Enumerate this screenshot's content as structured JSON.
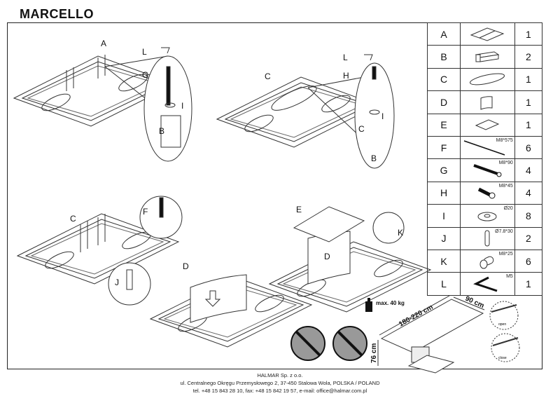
{
  "title": "MARCELLO",
  "parts": [
    {
      "letter": "A",
      "spec": "",
      "qty": "1",
      "icon": "glass-top-icon"
    },
    {
      "letter": "B",
      "spec": "",
      "qty": "2",
      "icon": "block-icon"
    },
    {
      "letter": "C",
      "spec": "",
      "qty": "1",
      "icon": "oval-plate-icon"
    },
    {
      "letter": "D",
      "spec": "",
      "qty": "1",
      "icon": "curved-leg-icon"
    },
    {
      "letter": "E",
      "spec": "",
      "qty": "1",
      "icon": "plate-icon"
    },
    {
      "letter": "F",
      "spec": "M8*575",
      "qty": "6",
      "icon": "rod-icon"
    },
    {
      "letter": "G",
      "spec": "M8*90",
      "qty": "4",
      "icon": "bolt-icon"
    },
    {
      "letter": "H",
      "spec": "M8*45",
      "qty": "4",
      "icon": "short-bolt-icon"
    },
    {
      "letter": "I",
      "spec": "Ø20",
      "qty": "8",
      "icon": "washer-icon"
    },
    {
      "letter": "J",
      "spec": "Ø7.8*30",
      "qty": "2",
      "icon": "dowel-icon"
    },
    {
      "letter": "K",
      "spec": "M8*25",
      "qty": "6",
      "icon": "barrel-nut-icon"
    },
    {
      "letter": "L",
      "spec": "M5",
      "qty": "1",
      "icon": "allen-key-icon"
    }
  ],
  "step1": {
    "labels": [
      "A",
      "L",
      "G",
      "I",
      "B"
    ]
  },
  "step2": {
    "labels": [
      "C",
      "L",
      "H",
      "I",
      "C",
      "B"
    ]
  },
  "step3": {
    "labels": [
      "C",
      "F",
      "J"
    ]
  },
  "step4": {
    "labels": [
      "D"
    ]
  },
  "step5": {
    "labels": [
      "E",
      "D",
      "K"
    ]
  },
  "weight": "max. 40 kg",
  "dimensions": {
    "length": "180-220 cm",
    "width": "90 cm",
    "height": "76 cm",
    "open": "open",
    "close": "close"
  },
  "footer": {
    "company": "HALMAR Sp. z o.o.",
    "address": "ul. Centralnego Okręgu Przemysłowego 2, 37-450 Stalowa Wola, POLSKA / POLAND",
    "contact": "tel. +48 15 843 28 10, fax: +48 15 842 19 57, e-mail: office@halmar.com.pl"
  }
}
